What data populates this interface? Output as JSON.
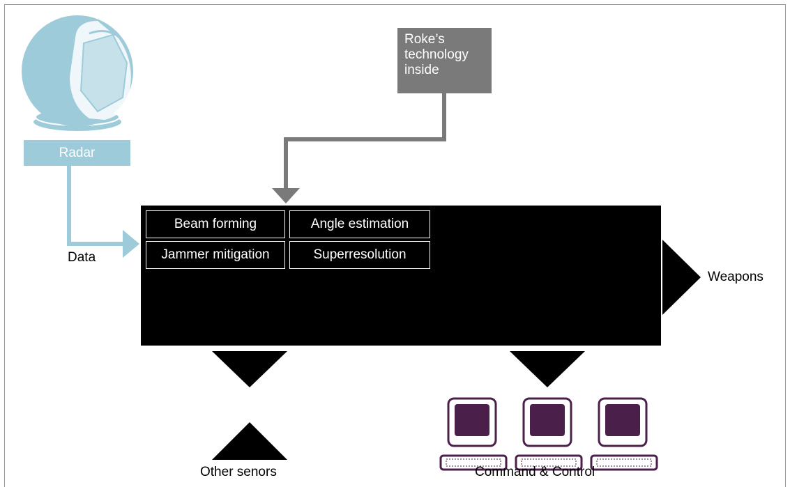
{
  "radar": {
    "label": "Radar"
  },
  "roke": {
    "label": "Roke’s\ntechnology\ninside"
  },
  "processor": {
    "functions": [
      "Beam forming",
      "Angle estimation",
      "Jammer mitigation",
      "Superresolution"
    ]
  },
  "labels": {
    "data": "Data",
    "weapons": "Weapons",
    "other_sensors": "Other senors",
    "command_control": "Command & Control"
  },
  "colors": {
    "radar": "#9dcbd9",
    "roke": "#7a7a7a",
    "processor": "#000000",
    "terminal": "#4a1f4a"
  }
}
